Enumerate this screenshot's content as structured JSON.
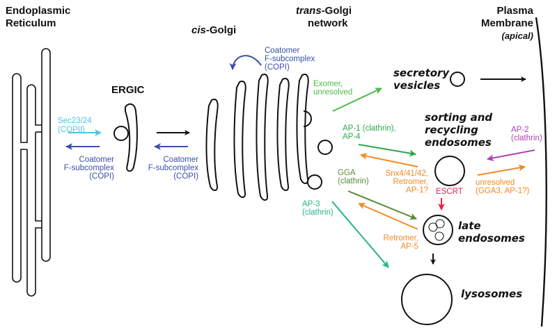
{
  "colors": {
    "copii": "#4fc3e0",
    "copi": "#3a4fa8",
    "exomer": "#4cbb47",
    "ap1": "#2ea84a",
    "gga": "#5a8a34",
    "ap3": "#22b58a",
    "retromer": "#f08a24",
    "ap2": "#b03fb0",
    "escrt": "#e8204a",
    "black": "#111111"
  },
  "compartments": {
    "er": [
      "Endoplasmic",
      "Reticulum"
    ],
    "ergic": "ERGIC",
    "cis_golgi": {
      "italic": "cis",
      "rest": "-Golgi"
    },
    "tgn": {
      "italic": "trans",
      "rest": "-Golgi",
      "line2": "network"
    },
    "plasma_membrane": [
      "Plasma",
      "Membrane",
      "(apical)"
    ],
    "secretory_vesicles": [
      "secretory",
      "vesicles"
    ],
    "sorting_endosomes": [
      "sorting and",
      "recycling",
      "endosomes"
    ],
    "late_endosomes": [
      "late",
      "endosomes"
    ],
    "lysosomes": "lysosomes"
  },
  "labels": {
    "copii": [
      "Sec23/24",
      "(COPII)"
    ],
    "copi_er": [
      "Coatomer",
      "F-subcomplex",
      "(COPI)"
    ],
    "copi_ergic": [
      "Coatomer",
      "F-subcomplex",
      "(COPI)"
    ],
    "copi_golgi": [
      "Coatomer",
      "F-subcomplex",
      "(COPI)"
    ],
    "exomer": [
      "Exomer,",
      "unresolved"
    ],
    "ap1": [
      "AP-1 (clathrin),",
      "AP-4"
    ],
    "gga": [
      "GGA",
      "(clathrin)"
    ],
    "ap3": [
      "AP-3",
      "(clathrin)"
    ],
    "snx": [
      "Snx4/41/42,",
      "Retromer,",
      "AP-1?"
    ],
    "retromer": [
      "Retromer,",
      "AP-5"
    ],
    "escrt": "ESCRT",
    "ap2": [
      "AP-2",
      "(clathrin)"
    ],
    "unresolved": [
      "unresolved",
      "(GGA3, AP-1?)"
    ]
  }
}
